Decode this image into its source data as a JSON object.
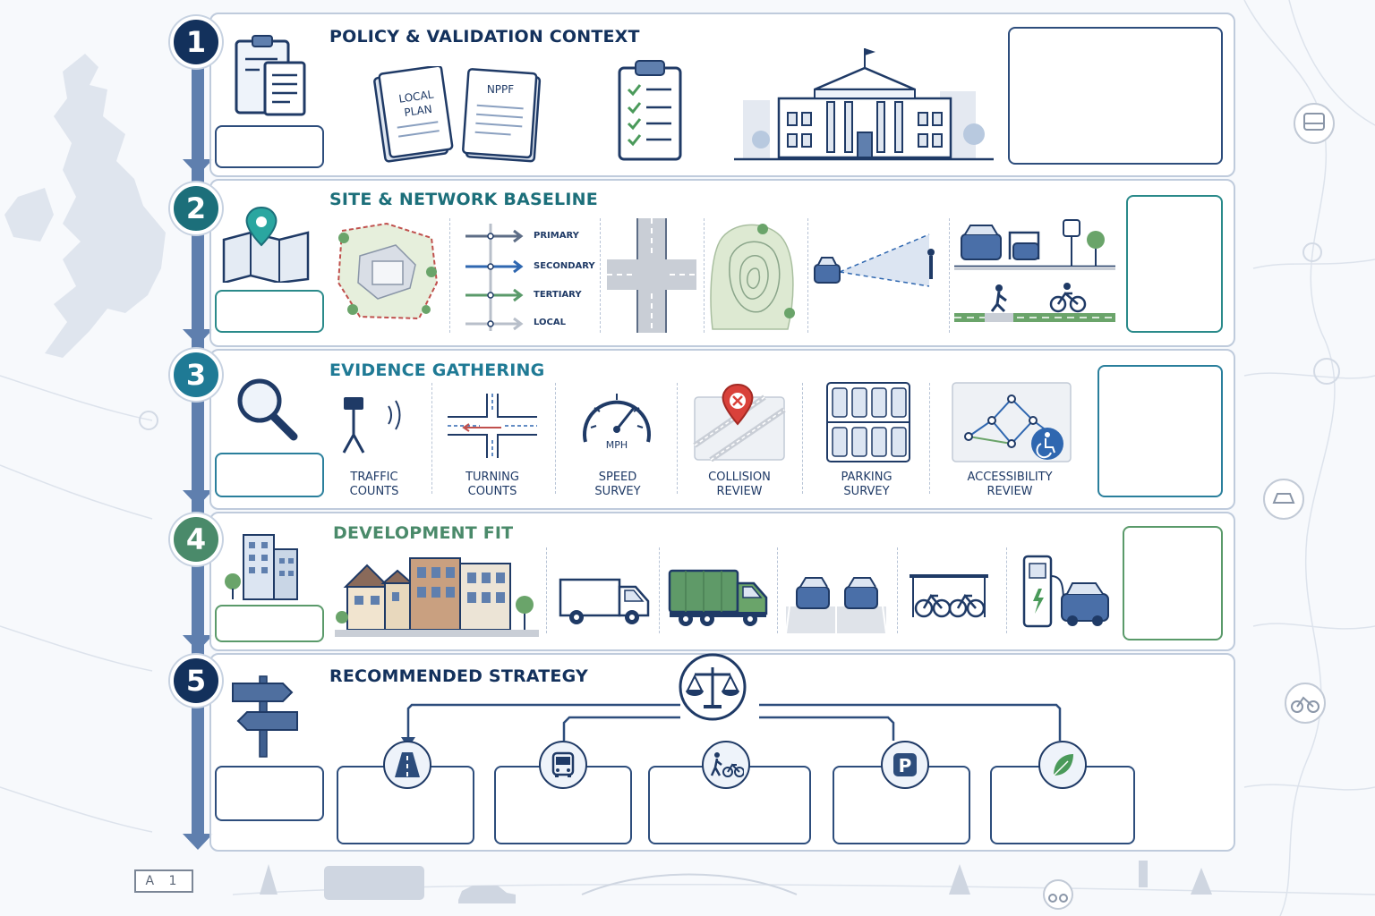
{
  "steps": [
    {
      "number": "1",
      "title": "POLICY & VALIDATION CONTEXT",
      "color": "#13315c"
    },
    {
      "number": "2",
      "title": "SITE & NETWORK BASELINE",
      "color": "#1c6f7a"
    },
    {
      "number": "3",
      "title": "EVIDENCE GATHERING",
      "color": "#1f7a95"
    },
    {
      "number": "4",
      "title": "DEVELOPMENT FIT",
      "color": "#4a8a6a"
    },
    {
      "number": "5",
      "title": "RECOMMENDED STRATEGY",
      "color": "#13315c"
    }
  ],
  "policy_docs": {
    "local_plan": "LOCAL\nPLAN",
    "nppf": "NPPF"
  },
  "road_hierarchy": [
    "PRIMARY",
    "SECONDARY",
    "TERTIARY",
    "LOCAL"
  ],
  "road_colors": [
    "#5d6d86",
    "#2f67b0",
    "#5a9a6a",
    "#b8bfca"
  ],
  "evidence": [
    {
      "label": "TRAFFIC\nCOUNTS",
      "icon": "traffic-counter-icon"
    },
    {
      "label": "TURNING\nCOUNTS",
      "icon": "junction-arrows-icon"
    },
    {
      "label": "SPEED\nSURVEY",
      "icon": "speedometer-icon"
    },
    {
      "label": "COLLISION\nREVIEW",
      "icon": "collision-map-icon"
    },
    {
      "label": "PARKING\nSURVEY",
      "icon": "parking-grid-icon"
    },
    {
      "label": "ACCESSIBILITY\nREVIEW",
      "icon": "accessibility-network-icon"
    }
  ],
  "speed_unit": "MPH",
  "strategy_icons": [
    "road-icon",
    "bus-icon",
    "walk-cycle-icon",
    "parking-icon",
    "leaf-icon"
  ],
  "parking_letter": "P",
  "road_sign": "A 1",
  "colors": {
    "navy": "#13315c",
    "teal": "#1c6f7a",
    "blue": "#1f7a95",
    "green": "#4a8a6a",
    "timeline": "#5f7fae",
    "panel_border": "#bfcbdc"
  }
}
